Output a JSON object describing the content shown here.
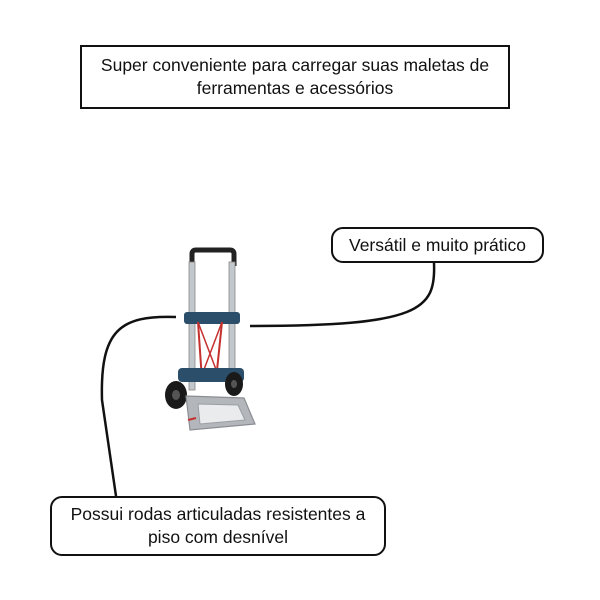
{
  "headline": {
    "line1": "Super conveniente para carregar suas maletas de",
    "line2": "ferramentas e acessórios"
  },
  "callouts": {
    "versatile": "Versátil e muito prático",
    "wheels_line1": "Possui rodas articuladas resistentes a",
    "wheels_line2": "piso com desnível"
  },
  "colors": {
    "frame": "#b8bec4",
    "bracket": "#2b4f6b",
    "cord": "#c4312e",
    "wheel": "#1a1a1a",
    "plate": "#a9adb2"
  }
}
